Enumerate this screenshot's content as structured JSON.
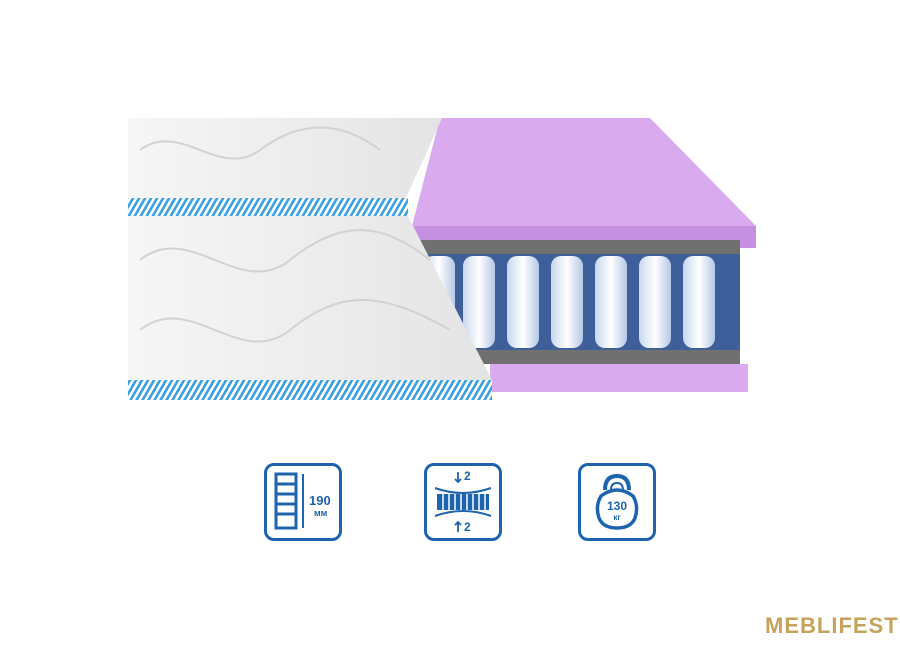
{
  "product_image": {
    "alt_name": "pocket-spring-mattress-cross-section",
    "colors": {
      "foam": "#d8a8ee",
      "foam_dark": "#c08ee0",
      "quilt": "#eeeeee",
      "piping": "#3a9fe3",
      "felt": "#6f6f6f",
      "spring": "#e9f1fb"
    }
  },
  "features": [
    {
      "icon": "height-ruler-icon",
      "value": "190",
      "unit": "мм"
    },
    {
      "icon": "spring-block-icon",
      "top_value": "2",
      "bottom_value": "2"
    },
    {
      "icon": "kettlebell-icon",
      "value": "130",
      "unit": "кг"
    }
  ],
  "brand": {
    "name": "MEBLIFEST",
    "color": "#c5a35a"
  },
  "accent_color": "#1e63ad"
}
